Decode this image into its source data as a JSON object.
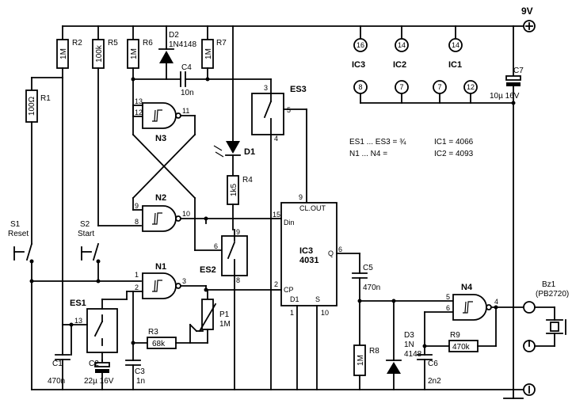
{
  "supply": {
    "voltage": "9V"
  },
  "resistors": {
    "r1": {
      "name": "R1",
      "value": "100Ω"
    },
    "r2": {
      "name": "R2",
      "value": "1M"
    },
    "r5": {
      "name": "R5",
      "value": "100k"
    },
    "r6": {
      "name": "R6",
      "value": "1M"
    },
    "r7": {
      "name": "R7",
      "value": "1M"
    },
    "r4": {
      "name": "R4",
      "value": "1k5"
    },
    "r3": {
      "name": "R3",
      "value": "68k"
    },
    "r8": {
      "name": "R8",
      "value": "1M"
    },
    "r9": {
      "name": "R9",
      "value": "470k"
    }
  },
  "potentiometer": {
    "name": "P1",
    "value": "1M"
  },
  "capacitors": {
    "c1": {
      "name": "C1",
      "value": "470n"
    },
    "c2": {
      "name": "C2",
      "value": "22µ 16V"
    },
    "c3": {
      "name": "C3",
      "value": "1n"
    },
    "c4": {
      "name": "C4",
      "value": "10n"
    },
    "c5": {
      "name": "C5",
      "value": "470n"
    },
    "c6": {
      "name": "C6",
      "value": "2n2"
    },
    "c7": {
      "name": "C7",
      "value": "10µ 16V"
    }
  },
  "diodes": {
    "d1": {
      "name": "D1"
    },
    "d2": {
      "name": "D2",
      "value": "1N4148"
    },
    "d3": {
      "name": "D3",
      "value_line1": "1N",
      "value_line2": "4148"
    }
  },
  "gates": {
    "n1": "N1",
    "n2": "N2",
    "n3": "N3",
    "n4": "N4"
  },
  "switches": {
    "es1": "ES1",
    "es2": "ES2",
    "es3": "ES3"
  },
  "pushbuttons": {
    "s1": {
      "name": "S1",
      "label": "Reset"
    },
    "s2": {
      "name": "S2",
      "label": "Start"
    }
  },
  "ic3": {
    "name": "IC3",
    "part": "4031",
    "pins": {
      "din": "Din",
      "cp": "CP",
      "q": "Q",
      "d1": "D1",
      "s": "S",
      "clout": "CL.OUT"
    }
  },
  "power_pins": {
    "labels": [
      "IC3",
      "IC2",
      "IC1"
    ],
    "vdd": [
      "16",
      "14",
      "14"
    ],
    "vss": [
      "8",
      "7",
      "7",
      "12"
    ]
  },
  "notes": {
    "line1_left": "ES1 ... ES3 = ¾",
    "line1_right": "IC1 = 4066",
    "line2_left": "N1 ... N4 =",
    "line2_right": "IC2 = 4093"
  },
  "buzzer": {
    "name": "Bz1",
    "part": "(PB2720)"
  },
  "pin_numbers": {
    "n3_in1": "13",
    "n3_in2": "12",
    "n3_out": "11",
    "n2_in1": "9",
    "n2_in2": "8",
    "n2_out": "10",
    "n1_in1": "1",
    "n1_in2": "2",
    "n1_out": "3",
    "n4_in1": "5",
    "n4_in2": "6",
    "n4_out": "4",
    "es1_ctl": "13",
    "es2_a": "9",
    "es2_ctl": "6",
    "es2_b": "8",
    "es3_a": "3",
    "es3_ctl": "5",
    "es3_b": "4",
    "ic3_clout": "9",
    "ic3_din": "15",
    "ic3_cp": "2",
    "ic3_q": "6",
    "ic3_d1": "1",
    "ic3_s": "10"
  }
}
